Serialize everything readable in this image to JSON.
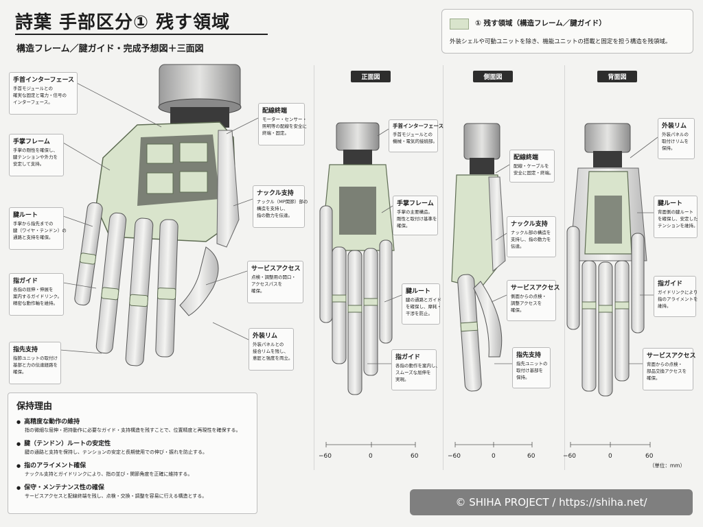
{
  "header": {
    "title": "詩葉 手部区分① 残す領域",
    "subtitle": "構造フレーム／腱ガイド・完成予想図＋三面図"
  },
  "legend": {
    "title": "① 残す領域（構造フレーム／腱ガイド）",
    "description": "外装シェルや可動ユニットを除き、機能ユニットの搭載と固定を担う構造を残領域。"
  },
  "colors": {
    "frame_green": "#d9e4cc",
    "metal": "#c9c9c9",
    "dark": "#2d2d2d",
    "background": "#f3f3f1"
  },
  "views": {
    "front": "正面図",
    "side": "側面図",
    "back": "背面図"
  },
  "main_callouts": [
    {
      "head": "手首インターフェース",
      "desc": "手首モジュールとの\n確実な固定と電力・信号の\nインターフェース。"
    },
    {
      "head": "手掌フレーム",
      "desc": "手掌の剛性を確保し、\n腱テンションや外力を\n安定して支持。"
    },
    {
      "head": "腱ルート",
      "desc": "手掌から指先までの\n腱（ワイヤ・テンドン）の\n通路と支持を確保。"
    },
    {
      "head": "指ガイド",
      "desc": "各指の屈伸・伸展を\n案内するガイドリンク。\n精密な動作軸を維持。"
    },
    {
      "head": "指先支持",
      "desc": "指節ユニットの取付け\n基部と力の伝達経路を\n確保。"
    },
    {
      "head": "配線終端",
      "desc": "モーター・センサー・\n照明等の配線を安全に\n終端・固定。"
    },
    {
      "head": "ナックル支持",
      "desc": "ナックル（MP関節）部の\n構造を支持し、\n指の動力を伝達。"
    },
    {
      "head": "サービスアクセス",
      "desc": "点検・調整用の開口・\nアクセスパスを\n確保。"
    },
    {
      "head": "外装リム",
      "desc": "外装パネルとの\n接合リムを残し、\n意匠と強度を両立。"
    }
  ],
  "front_callouts": [
    {
      "head": "手首インターフェース",
      "desc": "手首モジュールとの\n機械・電気的接続部。"
    },
    {
      "head": "手掌フレーム",
      "desc": "手掌の主要構造。\n剛性と取付け基準を\n確保。"
    },
    {
      "head": "腱ルート",
      "desc": "腱の通路とガイド\nを確保し、摩耗・\n干渉を防止。"
    },
    {
      "head": "指ガイド",
      "desc": "各指の動作を案内し、\nスムーズな屈伸を\n実現。"
    }
  ],
  "side_callouts": [
    {
      "head": "配線終端",
      "desc": "配線・ケーブルを\n安全に固定・終端。"
    },
    {
      "head": "ナックル支持",
      "desc": "ナックル部の構造を\n支持し、指の動力を\n伝達。"
    },
    {
      "head": "サービスアクセス",
      "desc": "側面からの点検・\n調整アクセスを\n確保。"
    },
    {
      "head": "指先支持",
      "desc": "指先ユニットの\n取付け基部を\n保持。"
    }
  ],
  "back_callouts": [
    {
      "head": "外装リム",
      "desc": "外装パネルの\n取付けリムを\n保持。"
    },
    {
      "head": "腱ルート",
      "desc": "背面側の腱ルート\nを確保し、安定した\nテンションを維持。"
    },
    {
      "head": "指ガイド",
      "desc": "ガイドリンクにより\n指のアライメントを\n維持。"
    },
    {
      "head": "サービスアクセス",
      "desc": "背面からの点検・\n部品交換アクセスを\n確保。"
    }
  ],
  "reasons": {
    "title": "保持理由",
    "items": [
      {
        "head": "高精度な動作の維持",
        "desc": "指の微細な屈伸・把持動作に必要なガイド・支持構造を残すことで、位置精度と再現性を確保する。"
      },
      {
        "head": "腱（テンドン）ルートの安定性",
        "desc": "腱の通路と支持を保持し、テンションの安定と長期使用での伸び・振れを防止する。"
      },
      {
        "head": "指のアライメント確保",
        "desc": "ナックル支持とガイドリンクにより、指の並び・関節角度を正確に維持する。"
      },
      {
        "head": "保守・メンテナンス性の確保",
        "desc": "サービスアクセスと配線終端を残し、点検・交換・調整を容易に行える構造とする。"
      }
    ]
  },
  "scale": {
    "ticks": [
      "−60",
      "0",
      "60"
    ],
    "unit": "（単位：mm）"
  },
  "footer": {
    "copyright": "© SHIHA PROJECT / https://shiha.net/"
  }
}
